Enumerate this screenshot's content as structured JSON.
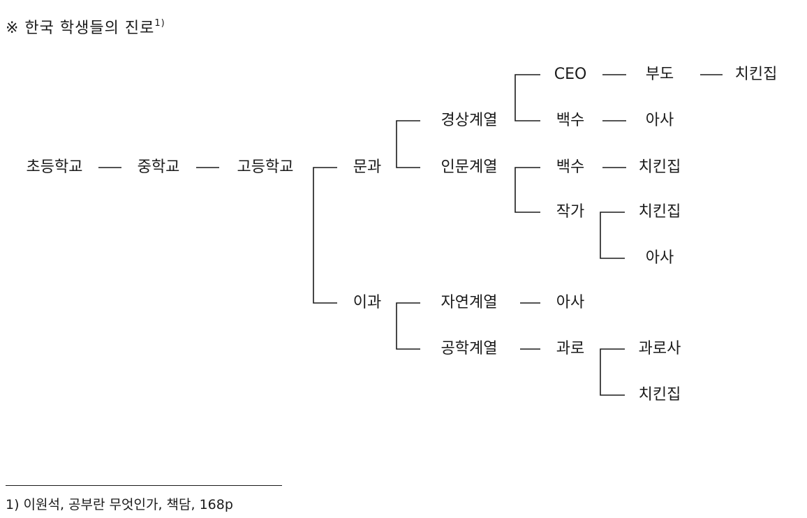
{
  "title": {
    "text": "※ 한국 학생들의 진로",
    "footnote_ref": "1)"
  },
  "nodes": {
    "elementary": "초등학교",
    "middle": "중학교",
    "high": "고등학교",
    "liberal_arts": "문과",
    "science": "이과",
    "business": "경상계열",
    "humanities": "인문계열",
    "natural_sci": "자연계열",
    "engineering": "공학계열",
    "ceo": "CEO",
    "bankruptcy": "부도",
    "chicken_1": "치킨집",
    "unemployed_1": "백수",
    "starvation_1": "아사",
    "unemployed_2": "백수",
    "chicken_2": "치킨집",
    "writer": "작가",
    "chicken_3": "치킨집",
    "starvation_2": "아사",
    "starvation_3": "아사",
    "overwork": "과로",
    "karoshi": "과로사",
    "chicken_4": "치킨집"
  },
  "footnote": {
    "text": "1) 이원석, 공부란 무엇인가, 책담, 168p"
  }
}
